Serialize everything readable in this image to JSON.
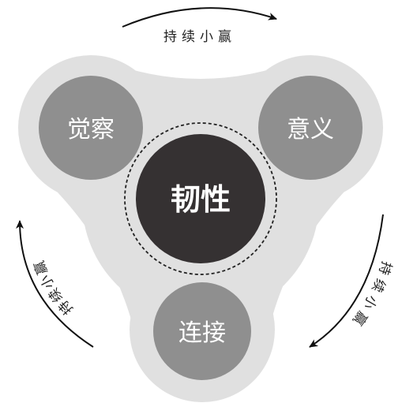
{
  "center": {
    "label": "韧性"
  },
  "nodes": [
    {
      "id": "awareness",
      "label": "觉察"
    },
    {
      "id": "meaning",
      "label": "意义"
    },
    {
      "id": "connection",
      "label": "连接"
    }
  ],
  "cycle_label": "持续小赢",
  "arrow_labels": {
    "top": "持续小赢",
    "right": "持续小赢",
    "left": "持续小赢"
  },
  "colors": {
    "outer_blob": "#e0e0e0",
    "node_fill": "#8f8f8f",
    "center_fill": "#353132",
    "text_on_dark": "#ffffff",
    "arrow": "#111111"
  }
}
